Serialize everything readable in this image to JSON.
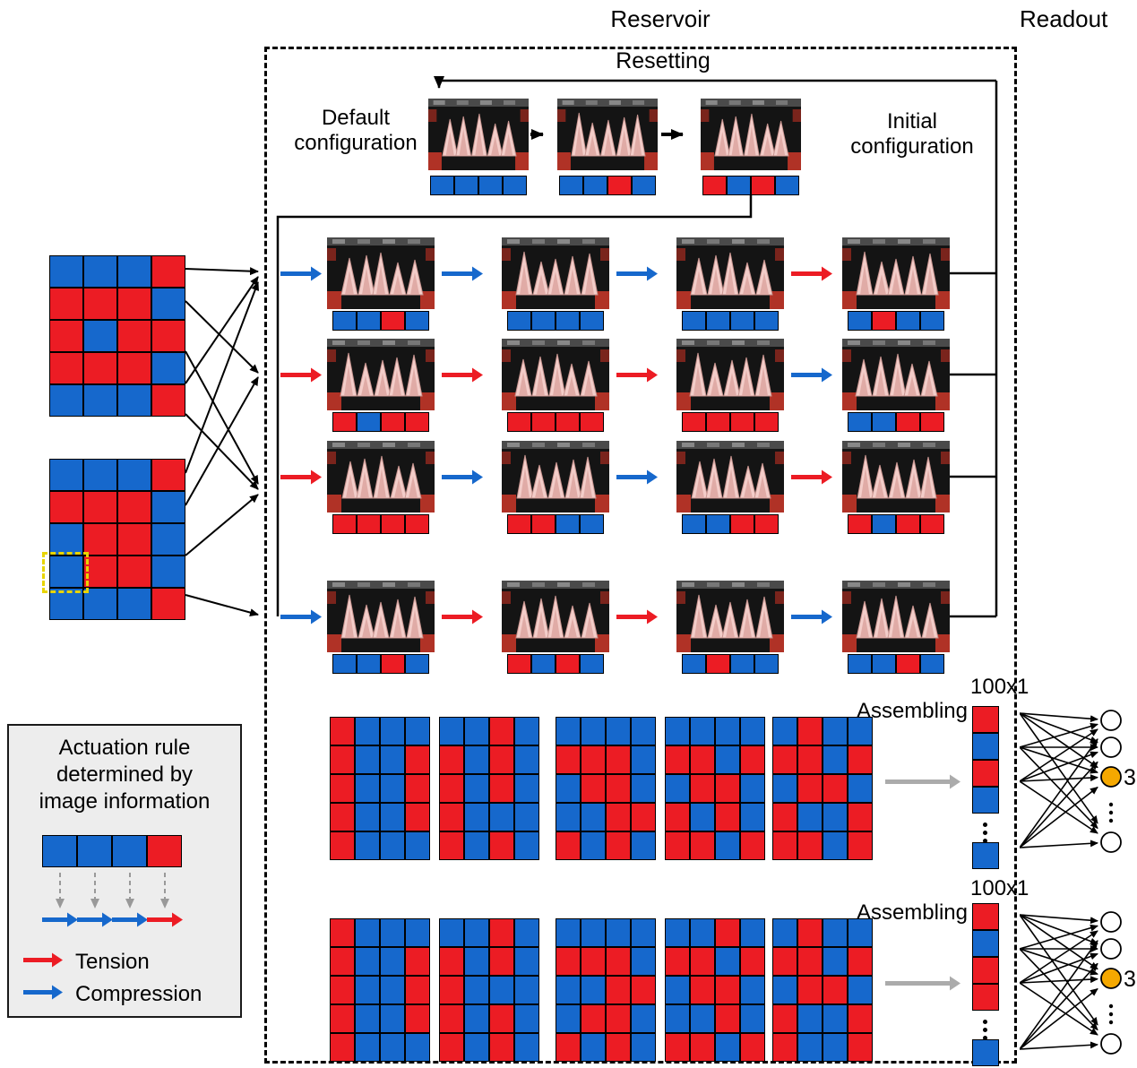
{
  "labels": {
    "reservoir": "Reservoir",
    "readout": "Readout",
    "resetting": "Resetting",
    "default_configuration": "Default\nconfiguration",
    "initial_configuration": "Initial\nconfiguration",
    "assembling_1": "Assembling",
    "assembling_2": "Assembling",
    "vector_size_1": "100x1",
    "vector_size_2": "100x1",
    "legend_title": "Actuation rule\ndetermined by\nimage information",
    "tension": "Tension",
    "compression": "Compression"
  },
  "colors": {
    "red": "#EC1C24",
    "blue": "#1668CC",
    "orange": "#F5A800",
    "highlight_yellow": "#E8D400",
    "gray_arrow": "#ABABAB",
    "photo_bg": "#141414",
    "origami_pink": "#F3CDC9",
    "origami_shadow": "#E0ABA6",
    "actuator_red": "#B03226"
  },
  "input_grids": [
    {
      "rows": [
        [
          "B",
          "B",
          "B",
          "R"
        ],
        [
          "R",
          "R",
          "R",
          "B"
        ],
        [
          "R",
          "B",
          "R",
          "R"
        ],
        [
          "R",
          "R",
          "R",
          "B"
        ],
        [
          "B",
          "B",
          "B",
          "R"
        ]
      ]
    },
    {
      "rows": [
        [
          "B",
          "B",
          "B",
          "R"
        ],
        [
          "R",
          "R",
          "R",
          "B"
        ],
        [
          "B",
          "R",
          "R",
          "B"
        ],
        [
          "B",
          "R",
          "R",
          "B"
        ],
        [
          "B",
          "B",
          "B",
          "R"
        ]
      ],
      "highlight_cell": {
        "row": 3,
        "col": 0
      }
    }
  ],
  "resetting": {
    "bars": [
      [
        "B",
        "B",
        "B",
        "B"
      ],
      [
        "B",
        "B",
        "R",
        "B"
      ],
      [
        "R",
        "B",
        "R",
        "B"
      ]
    ]
  },
  "reservoir_rows": [
    {
      "arrows": [
        "B",
        "B",
        "B",
        "R"
      ],
      "bars": [
        [
          "B",
          "B",
          "R",
          "B"
        ],
        [
          "B",
          "B",
          "B",
          "B"
        ],
        [
          "B",
          "B",
          "B",
          "B"
        ],
        [
          "B",
          "R",
          "B",
          "B"
        ]
      ]
    },
    {
      "arrows": [
        "R",
        "R",
        "R",
        "B"
      ],
      "bars": [
        [
          "R",
          "B",
          "R",
          "R"
        ],
        [
          "R",
          "R",
          "R",
          "R"
        ],
        [
          "R",
          "R",
          "R",
          "R"
        ],
        [
          "B",
          "B",
          "R",
          "R"
        ]
      ]
    },
    {
      "arrows": [
        "R",
        "B",
        "B",
        "R"
      ],
      "bars": [
        [
          "R",
          "R",
          "R",
          "R"
        ],
        [
          "R",
          "R",
          "B",
          "B"
        ],
        [
          "B",
          "B",
          "R",
          "R"
        ],
        [
          "R",
          "B",
          "R",
          "R"
        ]
      ]
    },
    {
      "arrows": [
        "B",
        "R",
        "R",
        "B"
      ],
      "bars": [
        [
          "B",
          "B",
          "R",
          "B"
        ],
        [
          "R",
          "B",
          "R",
          "B"
        ],
        [
          "B",
          "R",
          "B",
          "B"
        ],
        [
          "B",
          "B",
          "R",
          "B"
        ]
      ]
    }
  ],
  "assembly_sets": [
    {
      "grids": [
        [
          [
            "R",
            "B",
            "B",
            "B"
          ],
          [
            "R",
            "B",
            "B",
            "R"
          ],
          [
            "R",
            "B",
            "B",
            "R"
          ],
          [
            "R",
            "B",
            "B",
            "R"
          ],
          [
            "R",
            "B",
            "B",
            "B"
          ]
        ],
        [
          [
            "B",
            "B",
            "R",
            "B"
          ],
          [
            "R",
            "B",
            "R",
            "B"
          ],
          [
            "R",
            "B",
            "R",
            "B"
          ],
          [
            "R",
            "B",
            "B",
            "B"
          ],
          [
            "R",
            "B",
            "R",
            "B"
          ]
        ],
        [
          [
            "B",
            "B",
            "B",
            "B"
          ],
          [
            "R",
            "R",
            "R",
            "B"
          ],
          [
            "B",
            "R",
            "R",
            "B"
          ],
          [
            "B",
            "B",
            "R",
            "R"
          ],
          [
            "R",
            "B",
            "R",
            "B"
          ]
        ],
        [
          [
            "B",
            "B",
            "B",
            "B"
          ],
          [
            "R",
            "R",
            "B",
            "R"
          ],
          [
            "B",
            "R",
            "R",
            "B"
          ],
          [
            "R",
            "B",
            "R",
            "B"
          ],
          [
            "R",
            "R",
            "B",
            "R"
          ]
        ],
        [
          [
            "B",
            "R",
            "B",
            "B"
          ],
          [
            "R",
            "R",
            "B",
            "R"
          ],
          [
            "B",
            "R",
            "R",
            "B"
          ],
          [
            "R",
            "B",
            "B",
            "R"
          ],
          [
            "R",
            "R",
            "B",
            "R"
          ]
        ]
      ],
      "vector": {
        "cells": [
          "R",
          "B",
          "R",
          "B"
        ],
        "tail": "B"
      },
      "network": {
        "highlight_index": 2,
        "label": "3"
      }
    },
    {
      "grids": [
        [
          [
            "R",
            "B",
            "B",
            "B"
          ],
          [
            "R",
            "B",
            "B",
            "R"
          ],
          [
            "R",
            "B",
            "B",
            "R"
          ],
          [
            "R",
            "B",
            "B",
            "R"
          ],
          [
            "R",
            "B",
            "B",
            "B"
          ]
        ],
        [
          [
            "B",
            "B",
            "R",
            "B"
          ],
          [
            "R",
            "B",
            "R",
            "B"
          ],
          [
            "R",
            "B",
            "B",
            "B"
          ],
          [
            "R",
            "B",
            "R",
            "B"
          ],
          [
            "R",
            "B",
            "R",
            "B"
          ]
        ],
        [
          [
            "B",
            "B",
            "B",
            "B"
          ],
          [
            "R",
            "R",
            "R",
            "B"
          ],
          [
            "B",
            "B",
            "R",
            "R"
          ],
          [
            "B",
            "R",
            "R",
            "B"
          ],
          [
            "R",
            "B",
            "R",
            "B"
          ]
        ],
        [
          [
            "B",
            "B",
            "R",
            "B"
          ],
          [
            "R",
            "R",
            "B",
            "R"
          ],
          [
            "B",
            "R",
            "R",
            "B"
          ],
          [
            "B",
            "B",
            "R",
            "B"
          ],
          [
            "R",
            "R",
            "B",
            "R"
          ]
        ],
        [
          [
            "B",
            "R",
            "B",
            "B"
          ],
          [
            "R",
            "R",
            "B",
            "R"
          ],
          [
            "B",
            "R",
            "R",
            "B"
          ],
          [
            "R",
            "B",
            "B",
            "R"
          ],
          [
            "R",
            "B",
            "B",
            "R"
          ]
        ]
      ],
      "vector": {
        "cells": [
          "R",
          "B",
          "R",
          "R"
        ],
        "tail": "B"
      },
      "network": {
        "highlight_index": 2,
        "label": "3"
      }
    }
  ],
  "legend": {
    "bar": [
      "B",
      "B",
      "B",
      "R"
    ],
    "arrows": [
      "B",
      "B",
      "B",
      "R"
    ]
  }
}
